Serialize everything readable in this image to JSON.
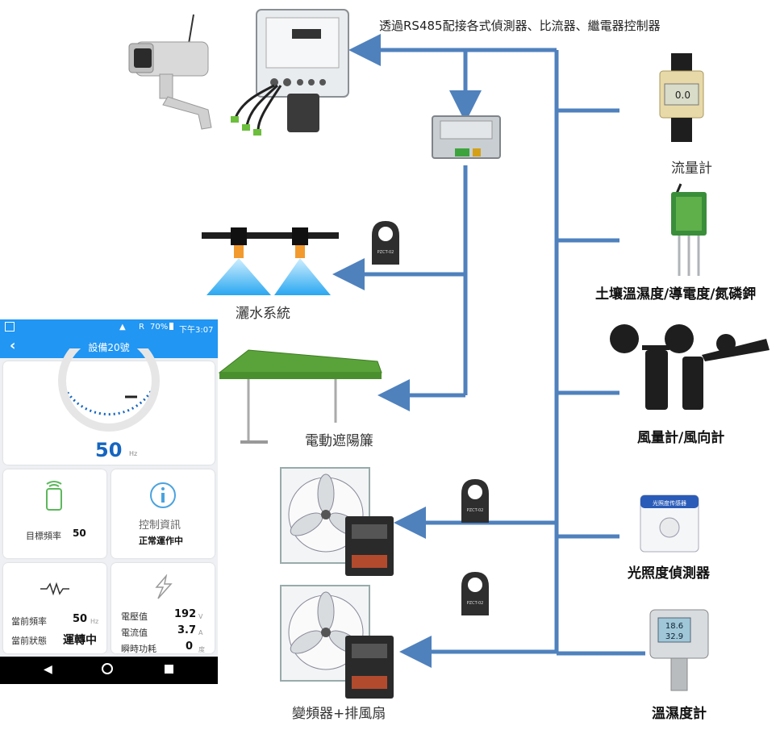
{
  "diagram": {
    "top_label": "透過RS485配接各式偵測器、比流器、繼電器控制器",
    "labels": {
      "sprinkler": "灑水系統",
      "awning": "電動遮陽簾",
      "vfd_fan": "變頻器+排風扇",
      "flow_meter": "流量計",
      "soil": "土壤溫濕度/導電度/氮磷鉀",
      "wind": "風量計/風向計",
      "light": "光照度偵測器",
      "temp_humidity": "溫濕度計"
    },
    "device_text": {
      "ct_model": "PZCT-02",
      "flow_display": "0.0",
      "th_display_1": "18.6",
      "th_display_2": "32.9",
      "light_sensor_panel": "光照度传感器"
    },
    "colors": {
      "wire": "#4f81bd",
      "app_blue": "#2196f3"
    }
  },
  "phone": {
    "status": {
      "battery": "70%",
      "signal": "R",
      "time": "下午3:07"
    },
    "title": "設備20號",
    "gauge": {
      "value": "50",
      "unit": "Hz"
    },
    "card_target": {
      "label": "目標頻率",
      "value": "50"
    },
    "card_info": {
      "title": "控制資訊",
      "status": "正常運作中"
    },
    "card_current": {
      "freq_label": "當前頻率",
      "freq_value": "50",
      "freq_unit": "Hz",
      "state_label": "當前狀態",
      "state_value": "運轉中"
    },
    "card_power": {
      "voltage_label": "電壓值",
      "voltage_value": "192",
      "voltage_unit": "V",
      "current_label": "電流值",
      "current_value": "3.7",
      "current_unit": "A",
      "energy_label": "瞬時功耗",
      "energy_value": "0",
      "energy_unit": "度"
    }
  }
}
